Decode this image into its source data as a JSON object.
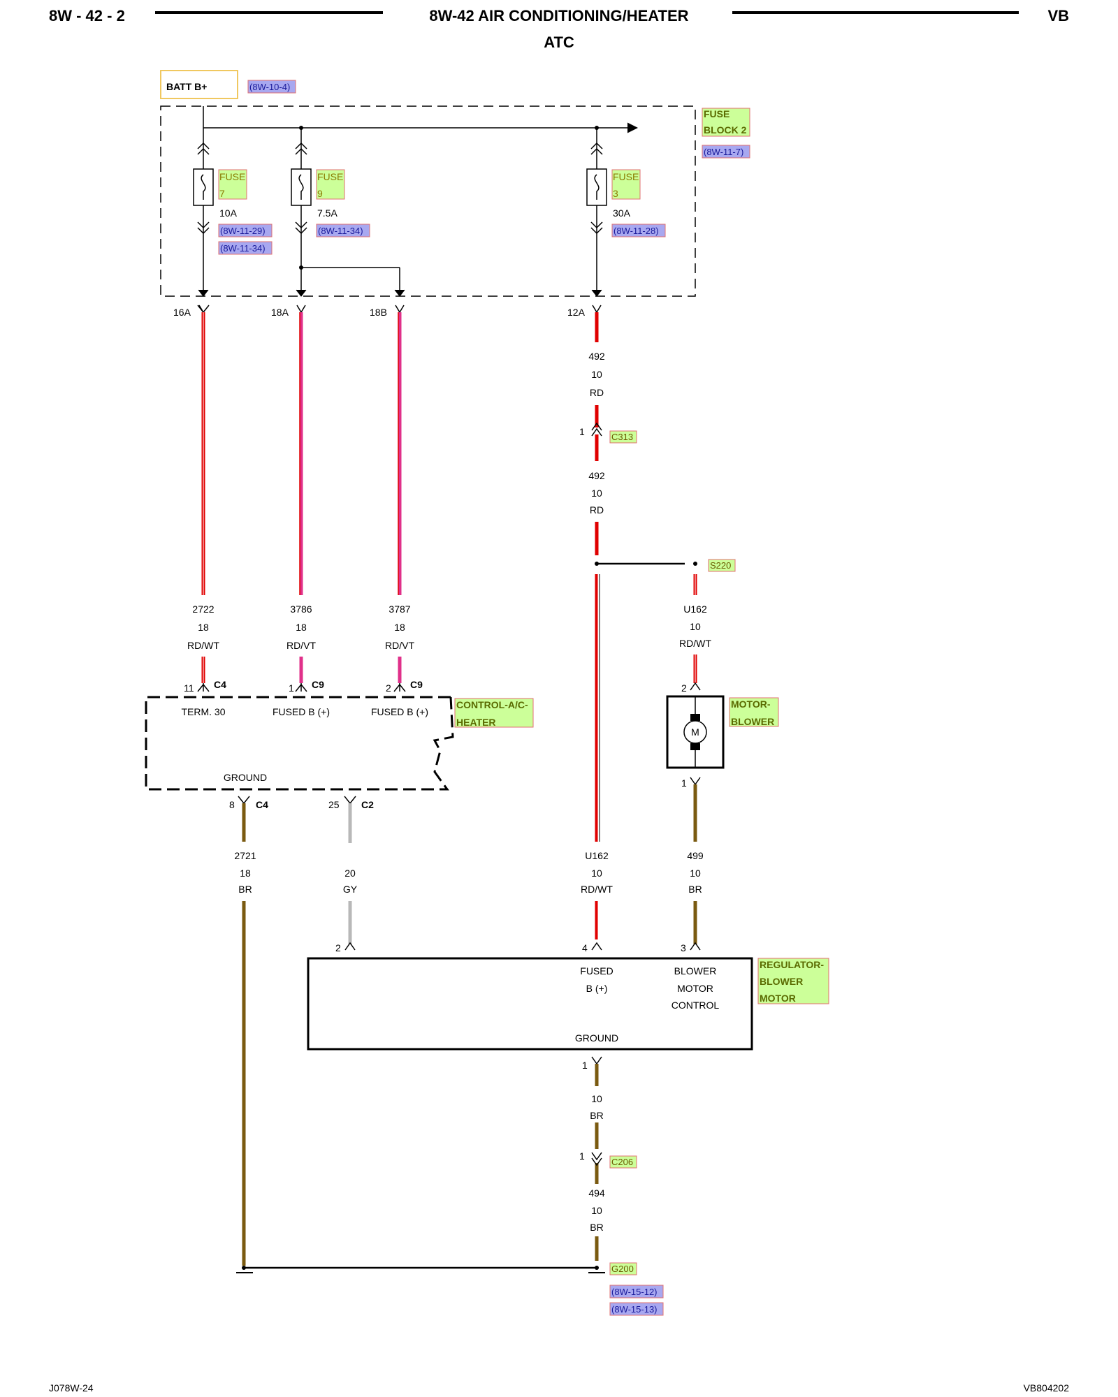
{
  "header": {
    "page_id": "8W - 42 - 2",
    "title": "8W-42 AIR CONDITIONING/HEATER",
    "subtitle": "ATC",
    "model": "VB"
  },
  "footer": {
    "left_code": "J078W-24",
    "right_code": "VB804202"
  },
  "source": {
    "label": "BATT B+",
    "ref": "(8W-10-4)"
  },
  "fuse_block": {
    "name_line1": "FUSE",
    "name_line2": "BLOCK 2",
    "ref": "(8W-11-7)"
  },
  "fuses": [
    {
      "label": "FUSE",
      "number": "7",
      "rating": "10A",
      "refs": [
        "(8W-11-29)",
        "(8W-11-34)"
      ]
    },
    {
      "label": "FUSE",
      "number": "9",
      "rating": "7.5A",
      "refs": [
        "(8W-11-34)"
      ]
    },
    {
      "label": "FUSE",
      "number": "3",
      "rating": "30A",
      "refs": [
        "(8W-11-28)"
      ]
    }
  ],
  "cavities": [
    "16A",
    "18A",
    "18B",
    "12A"
  ],
  "wires": {
    "w2722": {
      "circuit": "2722",
      "gauge": "18",
      "color": "RD/WT"
    },
    "w3786": {
      "circuit": "3786",
      "gauge": "18",
      "color": "RD/VT"
    },
    "w3787": {
      "circuit": "3787",
      "gauge": "18",
      "color": "RD/VT"
    },
    "w492a": {
      "circuit": "492",
      "gauge": "10",
      "color": "RD"
    },
    "w492b": {
      "circuit": "492",
      "gauge": "10",
      "color": "RD"
    },
    "wU162a": {
      "circuit": "U162",
      "gauge": "10",
      "color": "RD/WT"
    },
    "wU162b": {
      "circuit": "U162",
      "gauge": "10",
      "color": "RD/WT"
    },
    "w2721": {
      "circuit": "2721",
      "gauge": "18",
      "color": "BR"
    },
    "wgy": {
      "gauge": "20",
      "color": "GY"
    },
    "w499": {
      "circuit": "499",
      "gauge": "10",
      "color": "BR"
    },
    "wgnd": {
      "gauge": "10",
      "color": "BR"
    },
    "w494": {
      "circuit": "494",
      "gauge": "10",
      "color": "BR"
    }
  },
  "connectors": {
    "c313": {
      "pin": "1",
      "name": "C313"
    },
    "c206": {
      "pin": "1",
      "name": "C206"
    },
    "s220": "S220",
    "g200": {
      "name": "G200",
      "refs": [
        "(8W-15-12)",
        "(8W-15-13)"
      ]
    }
  },
  "control": {
    "name_line1": "CONTROL-A/C-",
    "name_line2": "HEATER",
    "pins_top": [
      {
        "pin": "11",
        "conn": "C4",
        "label": "TERM. 30"
      },
      {
        "pin": "1",
        "conn": "C9",
        "label": "FUSED B (+)"
      },
      {
        "pin": "2",
        "conn": "C9",
        "label": "FUSED B (+)"
      }
    ],
    "ground_label": "GROUND",
    "pins_bottom": [
      {
        "pin": "8",
        "conn": "C4"
      },
      {
        "pin": "25",
        "conn": "C2"
      }
    ]
  },
  "motor": {
    "name_line1": "MOTOR-",
    "name_line2": "BLOWER",
    "symbol": "M",
    "pin_top": "2",
    "pin_bottom": "1"
  },
  "regulator": {
    "name_line1": "REGULATOR-",
    "name_line2": "BLOWER",
    "name_line3": "MOTOR",
    "pins": [
      "2",
      "4",
      "3"
    ],
    "fused_line1": "FUSED",
    "fused_line2": "B (+)",
    "blower_line1": "BLOWER",
    "blower_line2": "MOTOR",
    "blower_line3": "CONTROL",
    "ground_label": "GROUND",
    "ground_pin": "1"
  },
  "colors": {
    "wire_red": "#e00000",
    "wire_violet": "#e0308a",
    "wire_brown": "#7a5a10",
    "wire_gray": "#b8b8b8",
    "highlight_green": "#ccff99",
    "highlight_blue": "#a8a8f0",
    "highlight_orange": "#f0b060"
  }
}
